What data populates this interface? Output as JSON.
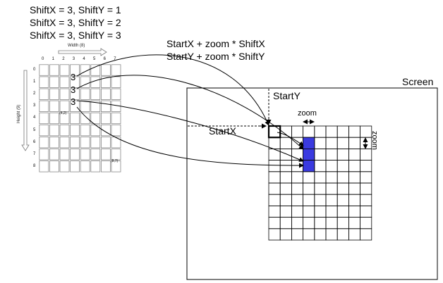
{
  "shift_labels": [
    "ShiftX = 3, ShiftY = 1",
    "ShiftX = 3, ShiftY = 2",
    "ShiftX = 3, ShiftY = 3"
  ],
  "formula_x": "StartX + zoom * ShiftX",
  "formula_y": "StartY + zoom * ShiftY",
  "width_label": "Width (8)",
  "height_label": "Height (9)",
  "col_indices": [
    "0",
    "1",
    "2",
    "3",
    "4",
    "5",
    "6",
    "7"
  ],
  "row_indices": [
    "0",
    "1",
    "2",
    "3",
    "4",
    "5",
    "6",
    "7",
    "8"
  ],
  "cell_markers": [
    "3",
    "3",
    "3"
  ],
  "cell_label_a": "(4,2)",
  "cell_label_b": "(8,7)",
  "screen_label": "Screen",
  "starty_label": "StartY",
  "startx_label": "StartX",
  "zoom_label": "zoom",
  "zoom_vertical_label": "zoom",
  "colors": {
    "highlight": "#3a3ae0",
    "grid": "#000000",
    "small_grid": "#888888"
  }
}
